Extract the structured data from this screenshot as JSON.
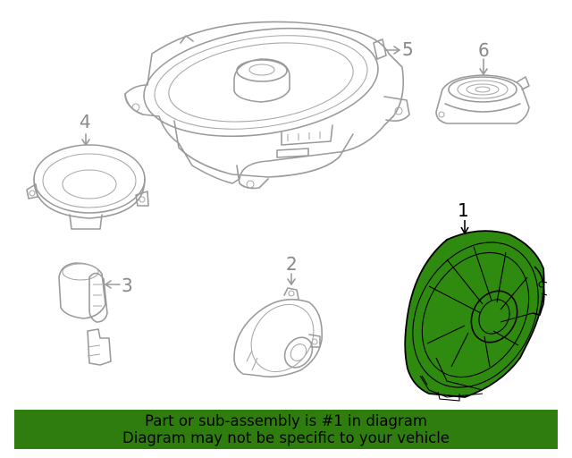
{
  "colors": {
    "highlight": "#2f8a10",
    "banner_background": "#2f7d0f",
    "line_art": "#9a9a9a",
    "highlight_outline": "#000000"
  },
  "callouts": {
    "c1": "1",
    "c2": "2",
    "c3": "3",
    "c4": "4",
    "c5": "5",
    "c6": "6"
  },
  "banner": {
    "line1": "Part or sub-assembly is #1 in diagram",
    "line2": "Diagram may not be specific to your vehicle"
  }
}
